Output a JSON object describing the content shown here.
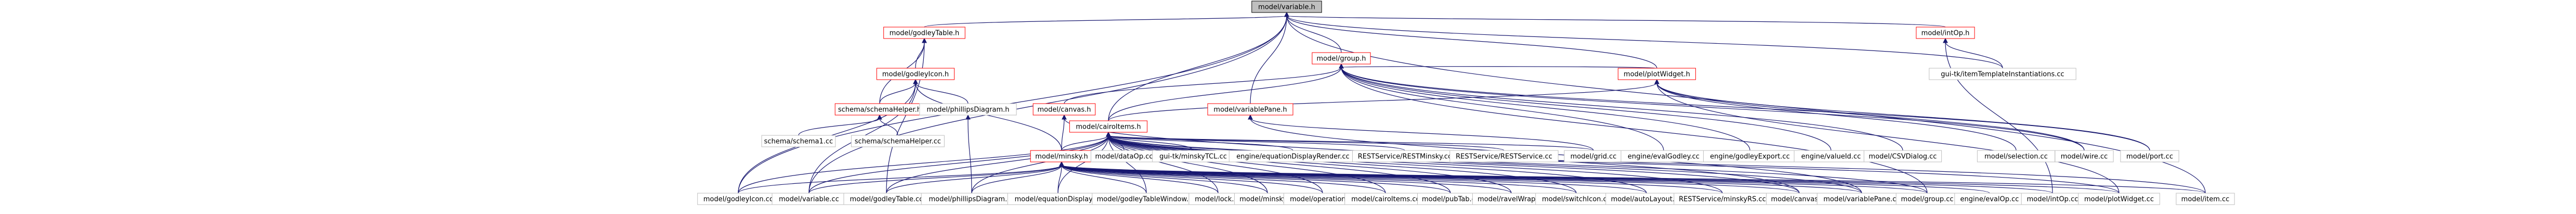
{
  "colors": {
    "edge": "#191970",
    "box_border": "#bfbfbf",
    "box_border_red": "#ff0000",
    "root_fill": "#bfbfbf",
    "background": "#ffffff"
  },
  "nodes": {
    "variable_h": "model/variable.h",
    "godley_table_h": "model/godleyTable.h",
    "intop_h": "model/intOp.h",
    "group_h": "model/group.h",
    "godley_icon_h": "model/godleyIcon.h",
    "plot_widget_h": "model/plotWidget.h",
    "item_template_instantiations": "gui-tk/itemTemplateInstantiations.cc",
    "schema_helper_h": "schema/schemaHelper.h",
    "canvas_h": "model/canvas.h",
    "variable_pane_h": "model/variablePane.h",
    "phillips_diagram_h": "model/phillipsDiagram.h",
    "cairo_items_h": "model/cairoItems.h",
    "schema1_cc": "schema/schema1.cc",
    "schema_helper_cc": "schema/schemaHelper.cc",
    "minsky_h": "model/minsky.h",
    "data_op_cc": "model/dataOp.cc",
    "minsky_tcl_cc": "gui-tk/minskyTCL.cc",
    "equation_display_render_cc": "engine/equationDisplayRender.cc",
    "rest_service_rest_minsky_cc": "RESTService/RESTMinsky.cc",
    "rest_service_rest_service_cc": "RESTService/RESTService.cc",
    "grid_cc": "model/grid.cc",
    "eval_godley_cc": "engine/evalGodley.cc",
    "godley_export_cc": "engine/godleyExport.cc",
    "valueid_cc": "engine/valueId.cc",
    "csv_dialog_cc": "model/CSVDialog.cc",
    "selection_cc": "model/selection.cc",
    "wire_cc": "model/wire.cc",
    "port_cc": "model/port.cc",
    "godley_icon_cc": "model/godleyIcon.cc",
    "variable_cc": "model/variable.cc",
    "godley_table_cc": "model/godleyTable.cc",
    "phillips_diagram_cc": "model/phillipsDiagram.cc",
    "equation_display_cc": "model/equationDisplay.cc",
    "godley_table_window_cc": "model/godleyTableWindow.cc",
    "lock_cc": "model/lock.cc",
    "minsky_cc": "model/minsky.cc",
    "operation_cc": "model/operation.cc",
    "cairo_items_cc": "model/cairoItems.cc",
    "pub_tab_cc": "model/pubTab.cc",
    "ravel_wrap_cc": "model/ravelWrap.cc",
    "switch_icon_cc": "model/switchIcon.cc",
    "auto_layout_cc": "model/autoLayout.cc",
    "rest_service_minsky_tcl_cc": "RESTService/minskyRS.cc",
    "canvas_cc": "model/canvas.cc",
    "variable_pane_cc": "model/variablePane.cc",
    "group_cc": "model/group.cc",
    "eval_op_cc": "engine/evalOp.cc",
    "int_op_cc": "model/intOp.cc",
    "plot_widget_cc": "model/plotWidget.cc",
    "item_cc": "model/item.cc"
  }
}
